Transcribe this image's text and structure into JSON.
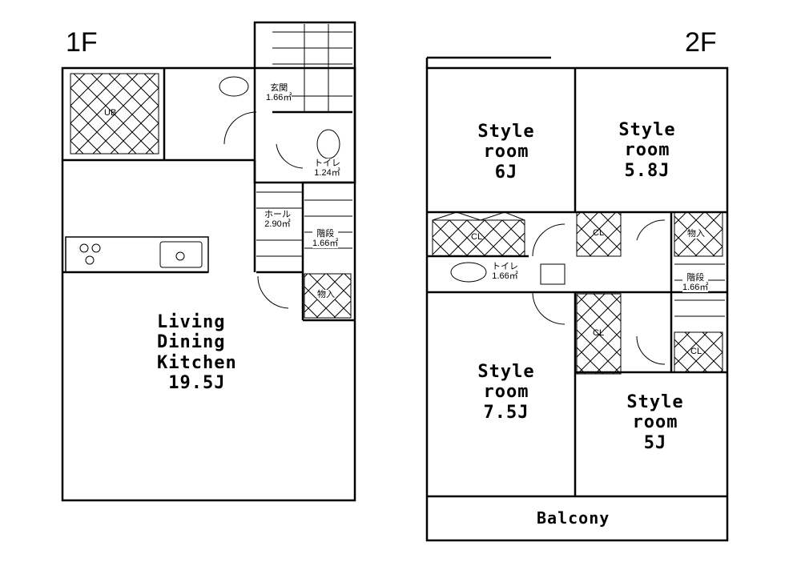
{
  "floor1": {
    "title": "1F",
    "rooms": {
      "bath": "UB",
      "entrance": {
        "name": "玄関",
        "area": "1.66㎡"
      },
      "toilet": {
        "name": "トイレ",
        "area": "1.24㎡"
      },
      "hall": {
        "name": "ホール",
        "area": "2.90㎡"
      },
      "stairs": {
        "name": "階段",
        "area": "1.66㎡"
      },
      "storage": "物入",
      "ldk": {
        "line1": "Living",
        "line2": "Dining",
        "line3": "Kitchen",
        "size": "19.5J"
      }
    }
  },
  "floor2": {
    "title": "2F",
    "rooms": {
      "room_nw": {
        "line1": "Style",
        "line2": "room",
        "size": "6J"
      },
      "room_ne": {
        "line1": "Style",
        "line2": "room",
        "size": "5.8J"
      },
      "room_sw": {
        "line1": "Style",
        "line2": "room",
        "size": "7.5J"
      },
      "room_se": {
        "line1": "Style",
        "line2": "room",
        "size": "5J"
      },
      "closet": "CL",
      "storage": "物入",
      "toilet": {
        "name": "トイレ",
        "area": "1.66㎡"
      },
      "stairs": {
        "name": "階段",
        "area": "1.66㎡"
      },
      "balcony": "Balcony"
    }
  }
}
